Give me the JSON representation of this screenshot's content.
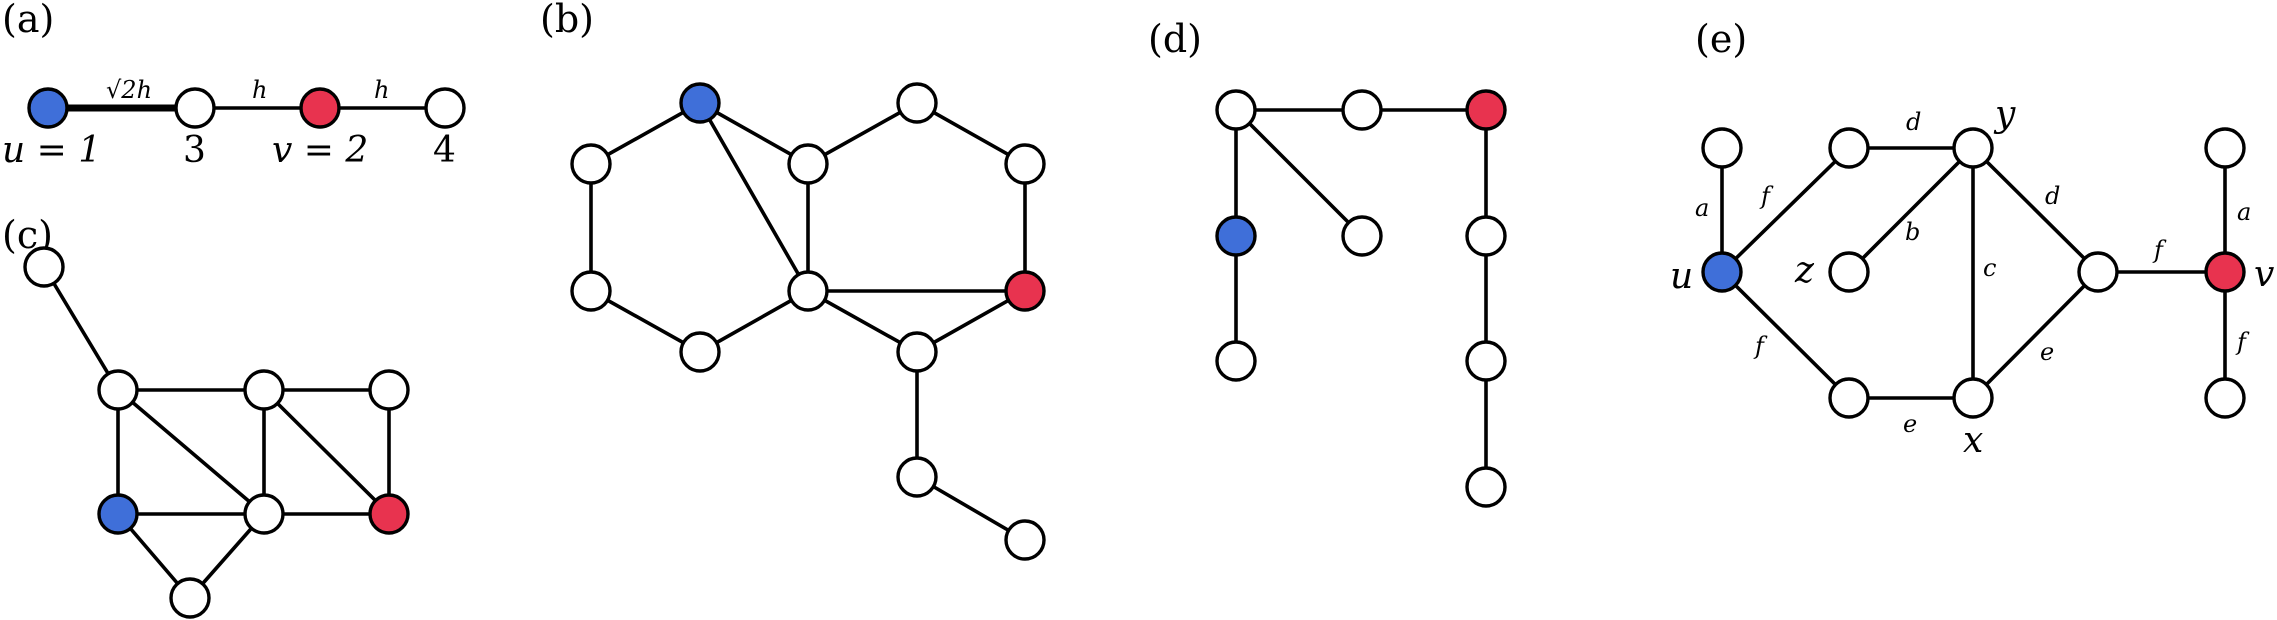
{
  "colors": {
    "blue": "#3f6fd9",
    "red": "#e8334f",
    "white": "#ffffff",
    "stroke": "#000000"
  },
  "panels": {
    "a": {
      "label": "(a)",
      "edge_labels": {
        "e1": "√2h",
        "e2": "h",
        "e3": "h"
      },
      "node_labels": {
        "u": "u = 1",
        "n3": "3",
        "v": "v = 2",
        "n4": "4"
      }
    },
    "b": {
      "label": "(b)"
    },
    "c": {
      "label": "(c)"
    },
    "d": {
      "label": "(d)"
    },
    "e": {
      "label": "(e)",
      "edge_labels": {
        "a1": "a",
        "f1": "f",
        "d1": "d",
        "b": "b",
        "c": "c",
        "d2": "d",
        "f2": "f",
        "e1": "e",
        "e2": "e",
        "f3": "f",
        "a2": "a",
        "f4": "f"
      },
      "node_labels": {
        "u": "u",
        "v": "v",
        "x": "x",
        "y": "y",
        "z": "z"
      }
    }
  }
}
